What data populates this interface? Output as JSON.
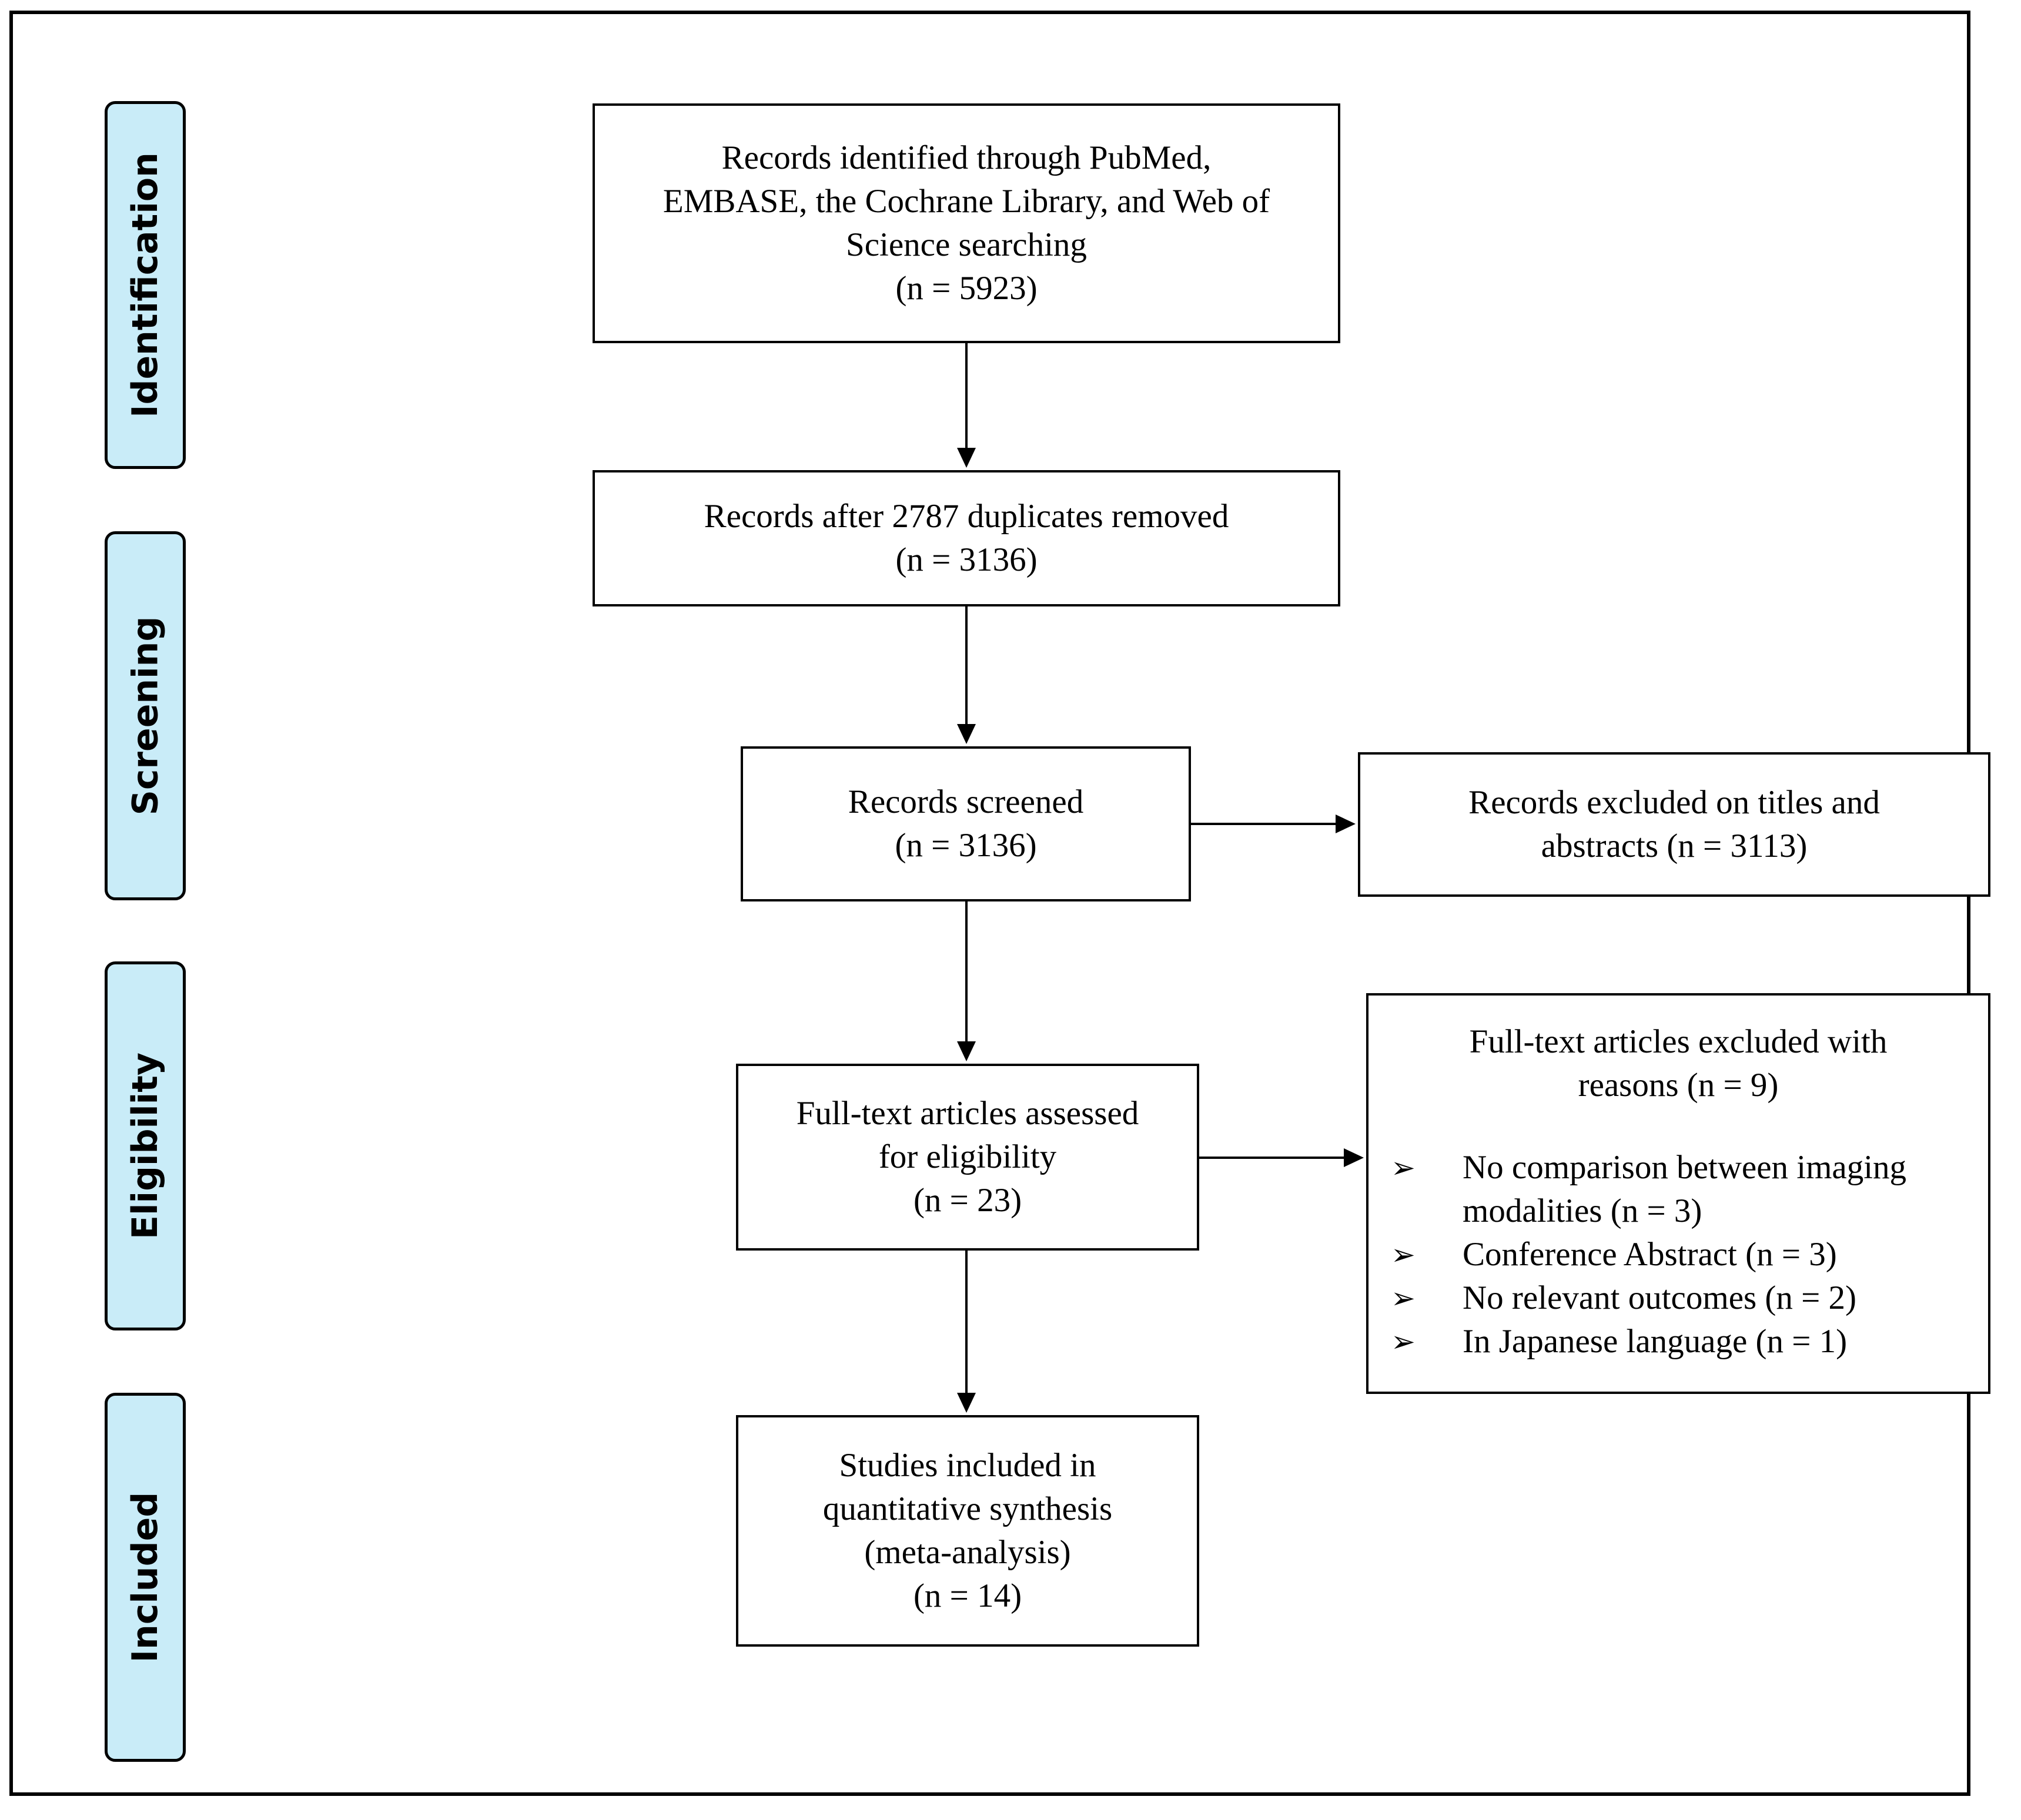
{
  "stages": [
    {
      "id": "identification",
      "label": "Identification"
    },
    {
      "id": "screening",
      "label": "Screening"
    },
    {
      "id": "eligibility",
      "label": "Eligibility"
    },
    {
      "id": "included",
      "label": "Included"
    }
  ],
  "boxes": {
    "identified": {
      "lines": [
        "Records identified through PubMed,",
        "EMBASE, the Cochrane Library, and Web of",
        "Science searching",
        "(n = 5923)"
      ]
    },
    "after_duplicates": {
      "lines": [
        "Records after 2787 duplicates removed",
        "(n = 3136)"
      ]
    },
    "screened": {
      "lines": [
        "Records screened",
        "(n = 3136)"
      ]
    },
    "excluded_titles": {
      "lines": [
        "Records excluded on titles and",
        "abstracts (n = 3113)"
      ]
    },
    "fulltext_assessed": {
      "lines": [
        "Full-text articles assessed",
        "for eligibility",
        "(n = 23)"
      ]
    },
    "fulltext_excluded": {
      "heading": [
        "Full-text articles excluded with",
        "reasons (n = 9)"
      ],
      "reasons": [
        [
          "No comparison between imaging",
          "modalities (n = 3)"
        ],
        [
          "Conference Abstract (n = 3)"
        ],
        [
          "No relevant outcomes (n = 2)"
        ],
        [
          "In Japanese language (n = 1)"
        ]
      ],
      "bullet": "➢"
    },
    "included": {
      "lines": [
        "Studies included in",
        "quantitative synthesis",
        "(meta-analysis)",
        "(n = 14)"
      ]
    }
  }
}
